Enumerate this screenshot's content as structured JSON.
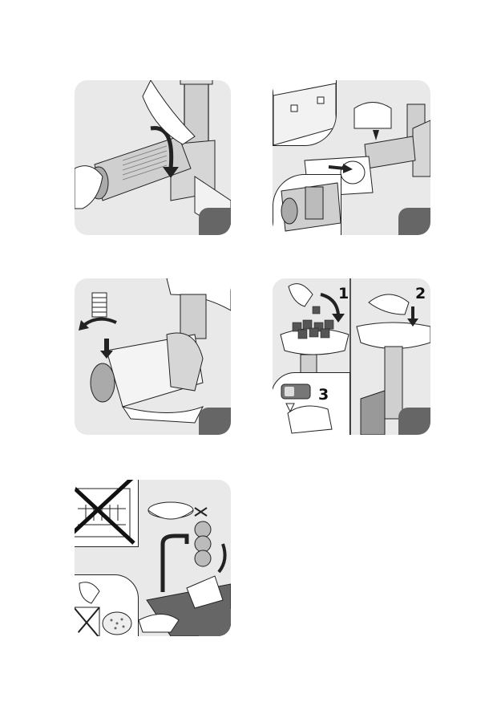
{
  "steps": {
    "feed_sequence": [
      "1",
      "2",
      "3"
    ]
  },
  "colors": {
    "panel_bg": "#e9e9ea",
    "badge": "#666666",
    "line": "#222222",
    "metal": "#bdbdbd"
  }
}
